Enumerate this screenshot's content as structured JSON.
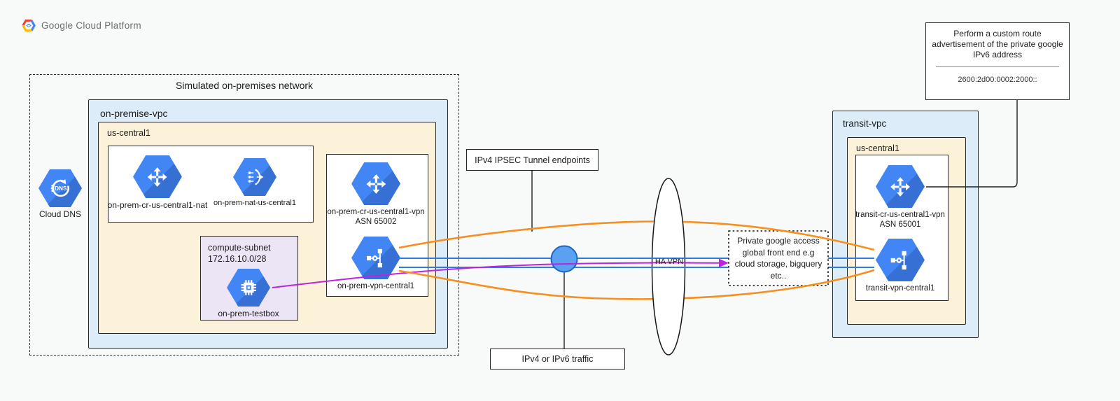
{
  "header": {
    "logo_text": "Google Cloud Platform"
  },
  "onprem": {
    "title": "Simulated on-premises network",
    "vpc_label": "on-premise-vpc",
    "region_label": "us-central1",
    "dns_label": "Cloud DNS",
    "router_nat_label": "on-prem-cr-us-central1-nat",
    "nat_label": "on-prem-nat-us-central1",
    "subnet_label": "compute-subnet",
    "subnet_cidr": "172.16.10.0/28",
    "testbox_label": "on-prem-testbox",
    "vpn_router_label": "on-prem-cr-us-central1-vpn",
    "vpn_router_asn": "ASN 65002",
    "vpn_gateway_label": "on-prem-vpn-central1"
  },
  "middle": {
    "ipsec_label": "IPv4 IPSEC Tunnel endpoints",
    "traffic_label": "IPv4 or IPv6 traffic",
    "havpn_label": "HA VPN",
    "pga_lines": [
      "Private google access",
      "global front end e.g",
      "cloud storage, bigquery",
      "etc.."
    ]
  },
  "transit": {
    "vpc_label": "transit-vpc",
    "region_label": "us-central1",
    "router_label": "transit-cr-us-central1-vpn",
    "router_asn": "ASN 65001",
    "vpn_gateway_label": "transit-vpn-central1"
  },
  "callout": {
    "text": "Perform a custom route advertisement of the private google IPv6 address",
    "address": "2600:2d00:0002:2000::"
  },
  "colors": {
    "icon_blue": "#4285f4",
    "tunnel_orange": "#f78f20",
    "traffic_blue": "#2e7ce0",
    "private_access_purple": "#bc24dd",
    "vpc_fill": "#dcedf9",
    "region_fill": "#fcf2da",
    "subnet_fill": "#ebe5f6"
  }
}
